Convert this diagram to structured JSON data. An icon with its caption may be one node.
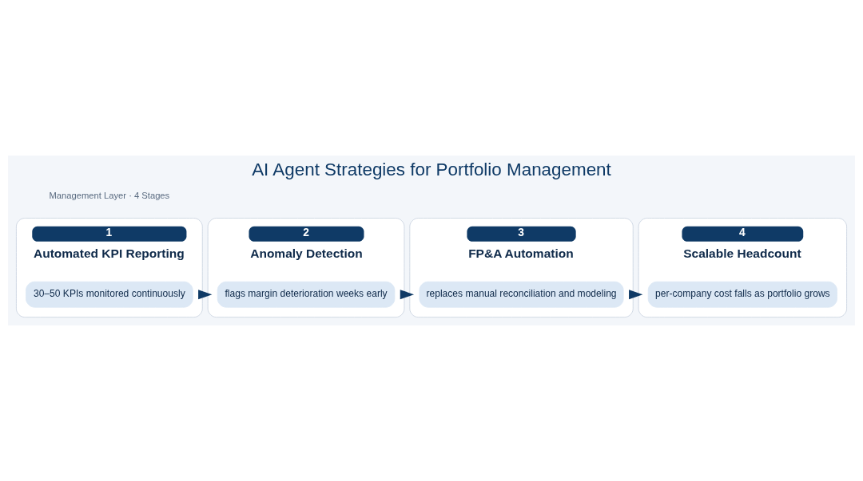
{
  "diagram": {
    "title": "AI Agent Strategies for Portfolio Management",
    "nodes": [
      {
        "text": [
          "1",
          "Automated KPI Reporting"
        ]
      },
      {
        "text": [
          "30–50 KPIs monitored continuously"
        ],
        "in": 0
      },
      {
        "text": [
          "2",
          "Anomaly Detection"
        ]
      },
      {
        "text": [
          "flags margin deterioration weeks early"
        ],
        "in": 2
      },
      {
        "text": [
          "3",
          "FP&A Automation"
        ]
      },
      {
        "text": [
          "replaces manual reconciliation and modeling"
        ],
        "in": 4
      },
      {
        "text": [
          "4",
          "Scalable Headcount"
        ]
      },
      {
        "text": [
          "per-company cost falls as portfolio grows"
        ],
        "in": 6
      }
    ],
    "edges": [
      {
        "from": 0,
        "to": 2,
        "arrow": "to"
      },
      {
        "from": 2,
        "to": 4,
        "arrow": "to"
      },
      {
        "from": 4,
        "to": 6,
        "arrow": "to"
      }
    ],
    "labels": [
      "Management Layer · 4 Stages"
    ]
  }
}
